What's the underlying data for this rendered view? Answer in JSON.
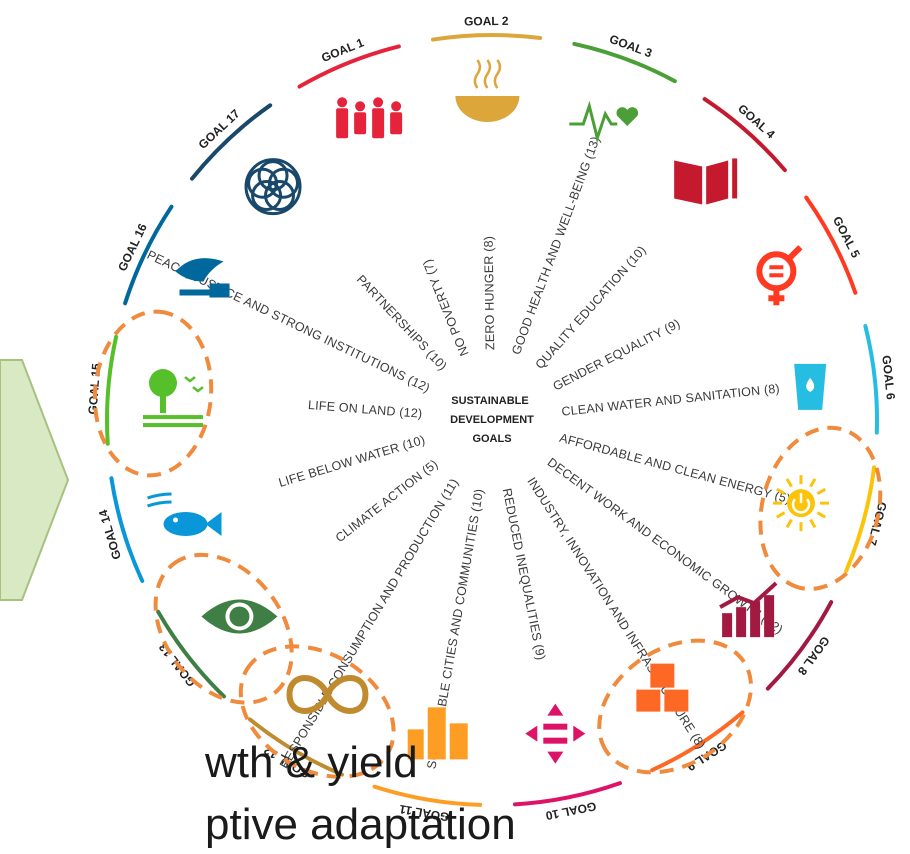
{
  "center_title": [
    "SUSTAINABLE",
    "DEVELOPMENT",
    "GOALS"
  ],
  "goals": [
    {
      "label": "GOAL 1",
      "name": "NO POVERTY (7)",
      "color": "#e5243b",
      "icon": "people-family-icon",
      "highlighted": false
    },
    {
      "label": "GOAL 2",
      "name": "ZERO HUNGER (8)",
      "color": "#dda63a",
      "icon": "food-bowl-icon",
      "highlighted": false
    },
    {
      "label": "GOAL 3",
      "name": "GOOD HEALTH AND WELL-BEING (13)",
      "color": "#4c9f38",
      "icon": "heartbeat-icon",
      "highlighted": false
    },
    {
      "label": "GOAL 4",
      "name": "QUALITY EDUCATION (10)",
      "color": "#c5192d",
      "icon": "open-book-icon",
      "highlighted": false
    },
    {
      "label": "GOAL 5",
      "name": "GENDER EQUALITY (9)",
      "color": "#ff3a21",
      "icon": "gender-equality-icon",
      "highlighted": false
    },
    {
      "label": "GOAL 6",
      "name": "CLEAN WATER AND SANITATION (8)",
      "color": "#26bde2",
      "icon": "water-glass-icon",
      "highlighted": false
    },
    {
      "label": "GOAL 7",
      "name": "AFFORDABLE AND CLEAN ENERGY (5)",
      "color": "#fcc30b",
      "icon": "sun-power-icon",
      "highlighted": true
    },
    {
      "label": "GOAL 8",
      "name": "DECENT WORK AND ECONOMIC GROWTH (12)",
      "color": "#a21942",
      "icon": "growth-chart-icon",
      "highlighted": false
    },
    {
      "label": "GOAL 9",
      "name": "INDUSTRY, INNOVATION AND INFRASTRUCTURE (8)",
      "color": "#fd6925",
      "icon": "cubes-icon",
      "highlighted": true
    },
    {
      "label": "GOAL 10",
      "name": "REDUCED INEQUALITIES (9)",
      "color": "#dd1367",
      "icon": "equality-arrows-icon",
      "highlighted": false
    },
    {
      "label": "GOAL 11",
      "name": "SUSTAINABLE CITIES AND COMMUNITIES (10)",
      "color": "#fd9d24",
      "icon": "city-buildings-icon",
      "highlighted": false
    },
    {
      "label": "GOAL 12",
      "name": "RESPONSIBLE CONSUMPTION AND PRODUCTION (11)",
      "color": "#bf8b2e",
      "icon": "infinity-loop-icon",
      "highlighted": true
    },
    {
      "label": "GOAL 13",
      "name": "CLIMATE ACTION (5)",
      "color": "#3f7e44",
      "icon": "earth-eye-icon",
      "highlighted": true
    },
    {
      "label": "GOAL 14",
      "name": "LIFE BELOW WATER (10)",
      "color": "#0a97d9",
      "icon": "fish-icon",
      "highlighted": false
    },
    {
      "label": "GOAL 15",
      "name": "LIFE ON LAND (12)",
      "color": "#56c02b",
      "icon": "tree-birds-icon",
      "highlighted": true
    },
    {
      "label": "GOAL 16",
      "name": "PEACE, JUSTICE AND STRONG INSTITUTIONS (12)",
      "color": "#00689d",
      "icon": "dove-gavel-icon",
      "highlighted": false
    },
    {
      "label": "GOAL 17",
      "name": "PARTNERSHIPS (10)",
      "color": "#19486a",
      "icon": "partnership-rings-icon",
      "highlighted": false
    }
  ],
  "caption": [
    "wth & yield",
    "ptive adaptation"
  ],
  "colors": {
    "highlight_dash": "#f08a3c",
    "side_shape_fill": "#d8e9c4",
    "side_shape_stroke": "#a6c27f"
  }
}
